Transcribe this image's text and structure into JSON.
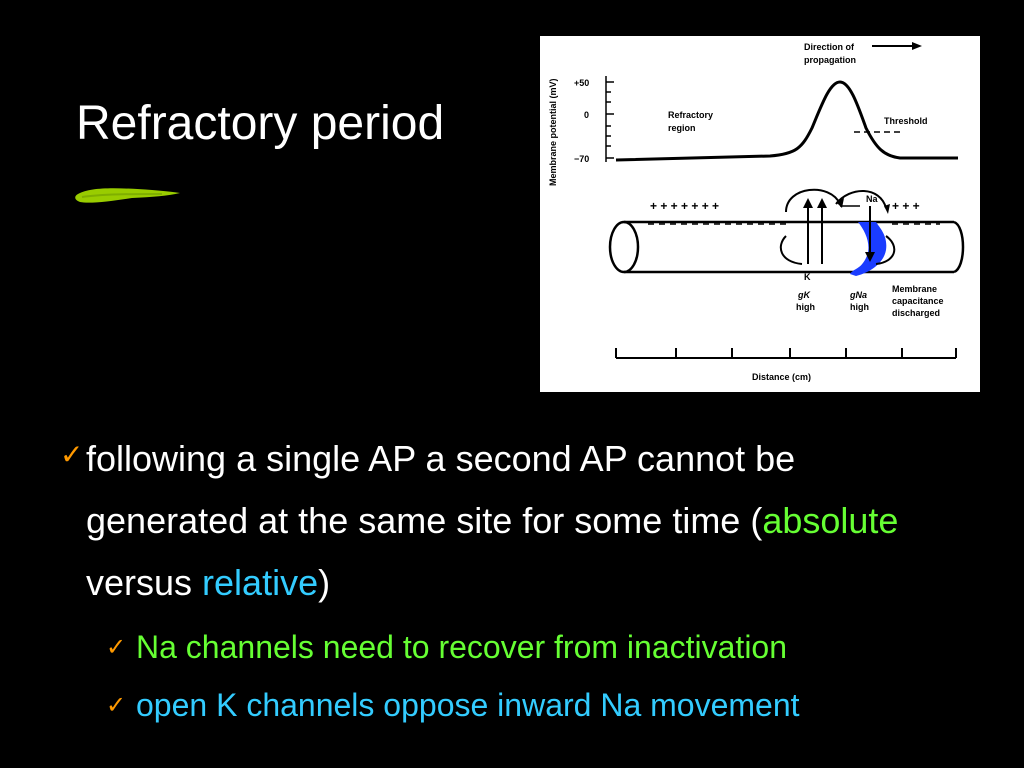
{
  "slide": {
    "title": "Refractory period",
    "accent_color": "#99CC00"
  },
  "diagram": {
    "y_axis_label": "Membrane potential (mV)",
    "y_ticks": [
      "+50",
      "0",
      "−70"
    ],
    "direction_label_1": "Direction of",
    "direction_label_2": "propagation",
    "refractory_label_1": "Refractory",
    "refractory_label_2": "region",
    "threshold_label": "Threshold",
    "charges_top": "+ + + + + + +",
    "charges_top_right": "+ + +",
    "na_label": "Na",
    "k_label": "K",
    "gk_label_1": "gK",
    "gk_label_2": "high",
    "gna_label_1": "gNa",
    "gna_label_2": "high",
    "membrane_label_1": "Membrane",
    "membrane_label_2": "capacitance",
    "membrane_label_3": "discharged",
    "x_axis_label": "Distance (cm)",
    "na_influx_color": "#1A3CFF"
  },
  "bullets": {
    "main": {
      "text_before": "following a single AP a second AP cannot be generated at the same site for some time (",
      "absolute": "absolute",
      "middle": " versus ",
      "relative": "relative",
      "text_after": ")"
    },
    "sub": [
      {
        "text": "Na channels need to recover from inactivation",
        "color": "#66FF33"
      },
      {
        "text": "open K channels oppose inward Na movement",
        "color": "#33CCFF"
      }
    ],
    "check_color": "#FF9900"
  }
}
